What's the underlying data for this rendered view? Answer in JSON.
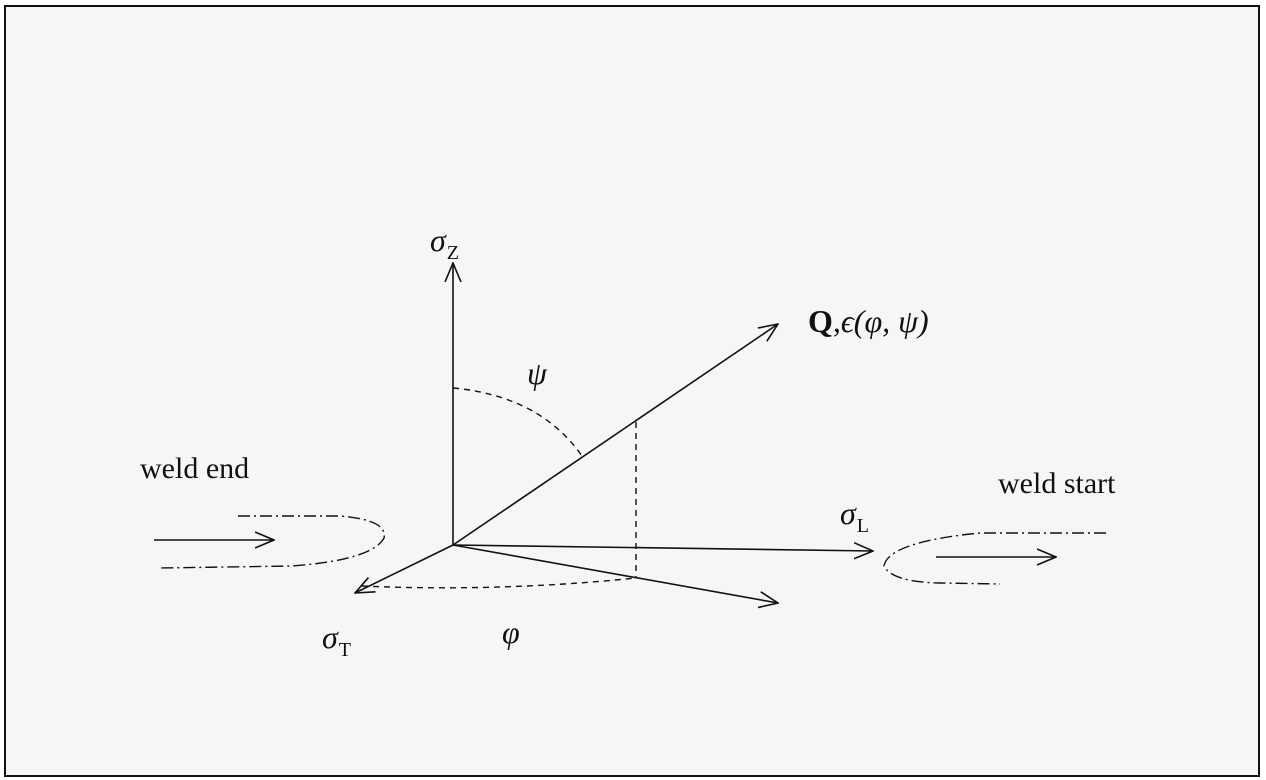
{
  "diagram": {
    "weld_end_label": "weld end",
    "weld_start_label": "weld start",
    "axis_z": {
      "symbol": "σ",
      "subscript": "Z"
    },
    "axis_l": {
      "symbol": "σ",
      "subscript": "L"
    },
    "axis_t": {
      "symbol": "σ",
      "subscript": "T"
    },
    "vector_label": {
      "bold": "Q",
      "rest": ",ϵ(φ, ψ)"
    },
    "psi_label": "ψ",
    "phi_label": "φ"
  }
}
